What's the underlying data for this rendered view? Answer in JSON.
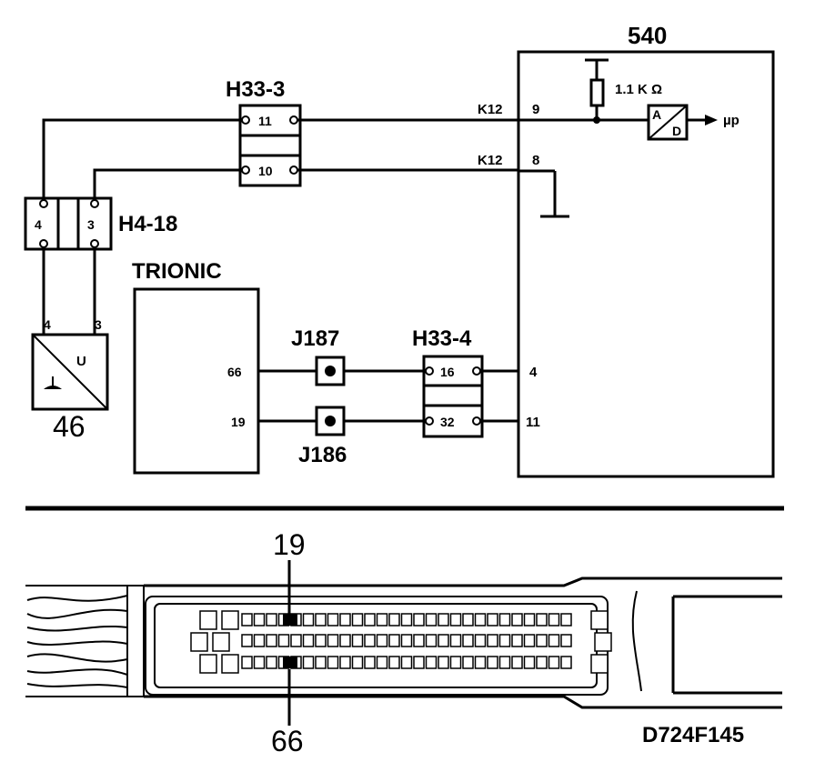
{
  "components": {
    "ecu_540": {
      "label": "540",
      "pins": {
        "p9": "9",
        "p8": "8",
        "p4": "4",
        "p11": "11"
      }
    },
    "wire_codes": {
      "k12_a": "K12",
      "k12_b": "K12"
    },
    "resistor": {
      "label": "1.1 K Ω"
    },
    "ad_converter": {
      "a": "A",
      "d": "D",
      "output": "µp"
    },
    "h33_3": {
      "label": "H33-3",
      "pins": [
        "11",
        "10"
      ]
    },
    "h4_18": {
      "label": "H4-18",
      "pins": [
        "4",
        "3"
      ]
    },
    "sensor_46": {
      "label": "46",
      "pins": [
        "4",
        "3"
      ],
      "symbol": "U"
    },
    "trionic": {
      "label": "TRIONIC",
      "pins": [
        "66",
        "19"
      ]
    },
    "j187": {
      "label": "J187"
    },
    "j186": {
      "label": "J186"
    },
    "h33_4": {
      "label": "H33-4",
      "pins": [
        "16",
        "32"
      ]
    }
  },
  "connector_view": {
    "pin_top": "19",
    "pin_bottom": "66",
    "figure_id": "D724F145"
  }
}
